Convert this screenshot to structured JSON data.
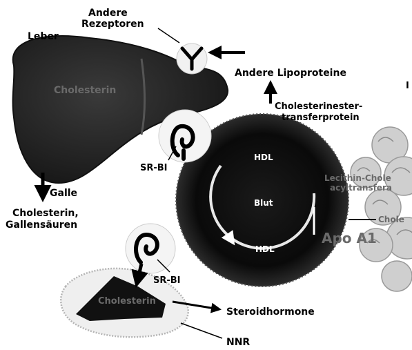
{
  "labels": {
    "andere_rezeptoren_1": "Andere",
    "andere_rezeptoren_2": "Rezeptoren",
    "leber": "Leber",
    "cholesterin_in_liver": "Cholesterin",
    "andere_lipoproteine": "Andere Lipoproteine",
    "cetp_1": "Cholesterinester-",
    "cetp_2": "transferprotein",
    "sr_bi_top": "SR-BI",
    "sr_bi_bottom": "SR-BI",
    "hdl_top": "HDL",
    "blut": "Blut",
    "hdl_bottom": "HDL",
    "lcat_1": "Lecithin-Chole",
    "lcat_2": "acyltransfera",
    "chole_right": "Chole",
    "apo_a1": "Apo A1",
    "galle": "Galle",
    "cholesterin_galle_1": "Cholesterin,",
    "cholesterin_galle_2": "Gallensäuren",
    "cholesterin_nnr": "Cholesterin",
    "steroidhormone": "Steroidhormone",
    "nnr": "NNR",
    "corner_mark": "I"
  },
  "colors": {
    "liver": "#262626",
    "blood": "#0d0d0d",
    "adrenal_outline": "#b8b8b8",
    "cells": "#d9d9d9",
    "ink": "#000000"
  }
}
